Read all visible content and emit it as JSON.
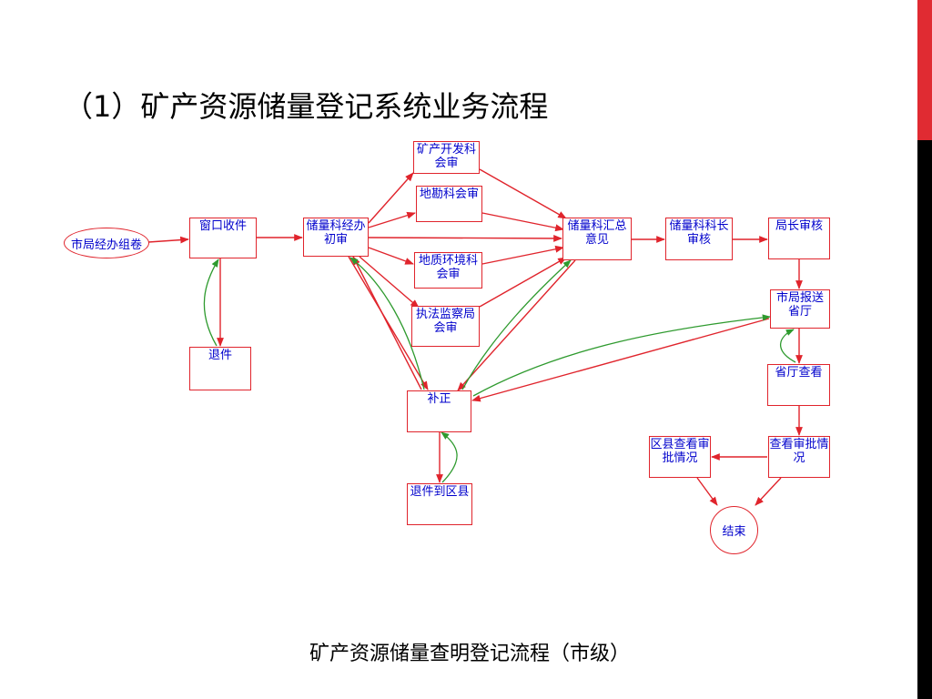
{
  "title": "（1）矿产资源储量登记系统业务流程",
  "caption": "矿产资源储量查明登记流程（市级）",
  "colors": {
    "box_border": "#e0242c",
    "arrow_red": "#e0242c",
    "arrow_green": "#2e9a2e",
    "node_text": "#0000cc",
    "accent_bar": "#e02b32"
  },
  "nodes": {
    "start": "市局经办组卷",
    "window": "窗口收件",
    "return": "退件",
    "initial": "储量科经办初审",
    "mining": "矿产开发科会审",
    "survey": "地勘科会审",
    "geoenv": "地质环境科会审",
    "enforcement": "执法监察局会审",
    "supplement": "补正",
    "return_county": "退件到区县",
    "summary": "储量科汇总意见",
    "chief": "储量科科长审核",
    "director": "局长审核",
    "report": "市局报送省厅",
    "province": "省厅查看",
    "view_approval": "查看审批情况",
    "county_view": "区县查看审批情况",
    "end": "结束"
  }
}
